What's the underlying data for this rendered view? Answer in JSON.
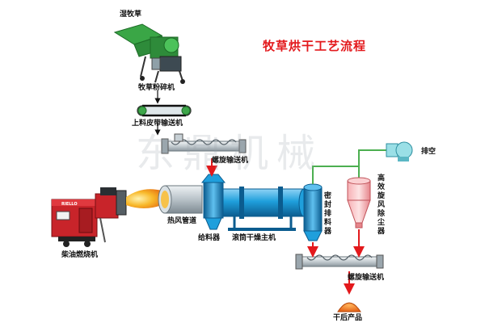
{
  "title": "牧草烘干工艺流程",
  "watermark": "东鼎机械",
  "brand_plate": "RIELLO",
  "labels": {
    "wet_grass": "湿牧草",
    "crusher": "牧草粉碎机",
    "belt_conveyor": "上料皮带输送机",
    "screw_conveyor_top": "螺旋输送机",
    "exhaust": "排空",
    "cyclone": "高效旋风除尘器",
    "sealed_discharger": "密封排料器",
    "hot_air_duct": "热风管道",
    "feeder": "给料器",
    "drum_dryer": "滚筒干燥主机",
    "diesel_burner": "柴油燃烧机",
    "screw_conveyor_bottom": "螺旋输送机",
    "dry_product": "干后产品"
  },
  "colors": {
    "title": "#e3191c",
    "arrow": "#e3191c",
    "drum": "#1f9fdc",
    "duct_line": "#4caf50",
    "burner": "#c8242a",
    "flame": "#f5a11a",
    "product": "#f07a12",
    "machine_green": "#2e8b3a"
  }
}
